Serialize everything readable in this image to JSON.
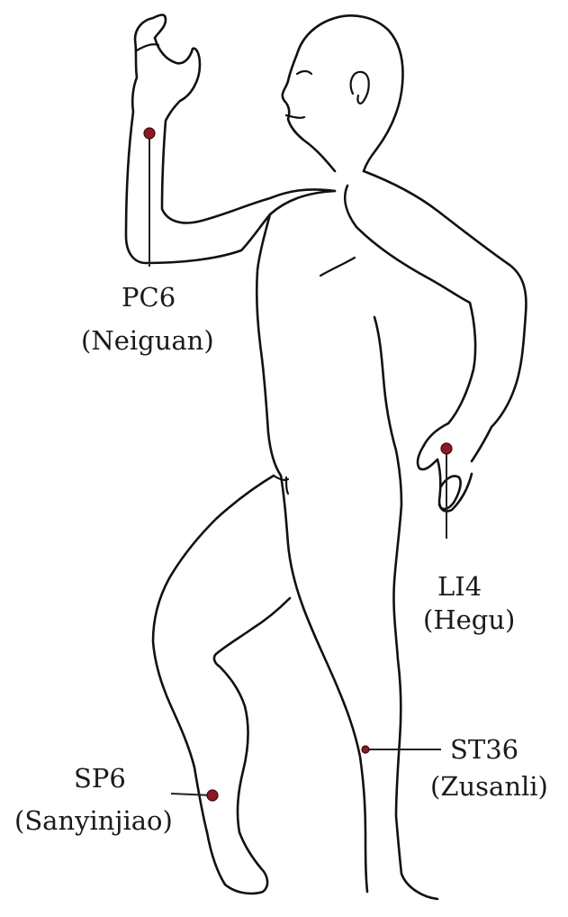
{
  "colors": {
    "outline": "#111111",
    "point": "#8b1a22",
    "text": "#1a1a1a",
    "background": "#ffffff"
  },
  "points": [
    {
      "id": "pc6",
      "code": "PC6",
      "name": "(Neiguan)"
    },
    {
      "id": "li4",
      "code": "LI4",
      "name": "(Hegu)"
    },
    {
      "id": "st36",
      "code": "ST36",
      "name": "(Zusanli)"
    },
    {
      "id": "sp6",
      "code": "SP6",
      "name": "(Sanyinjiao)"
    }
  ]
}
